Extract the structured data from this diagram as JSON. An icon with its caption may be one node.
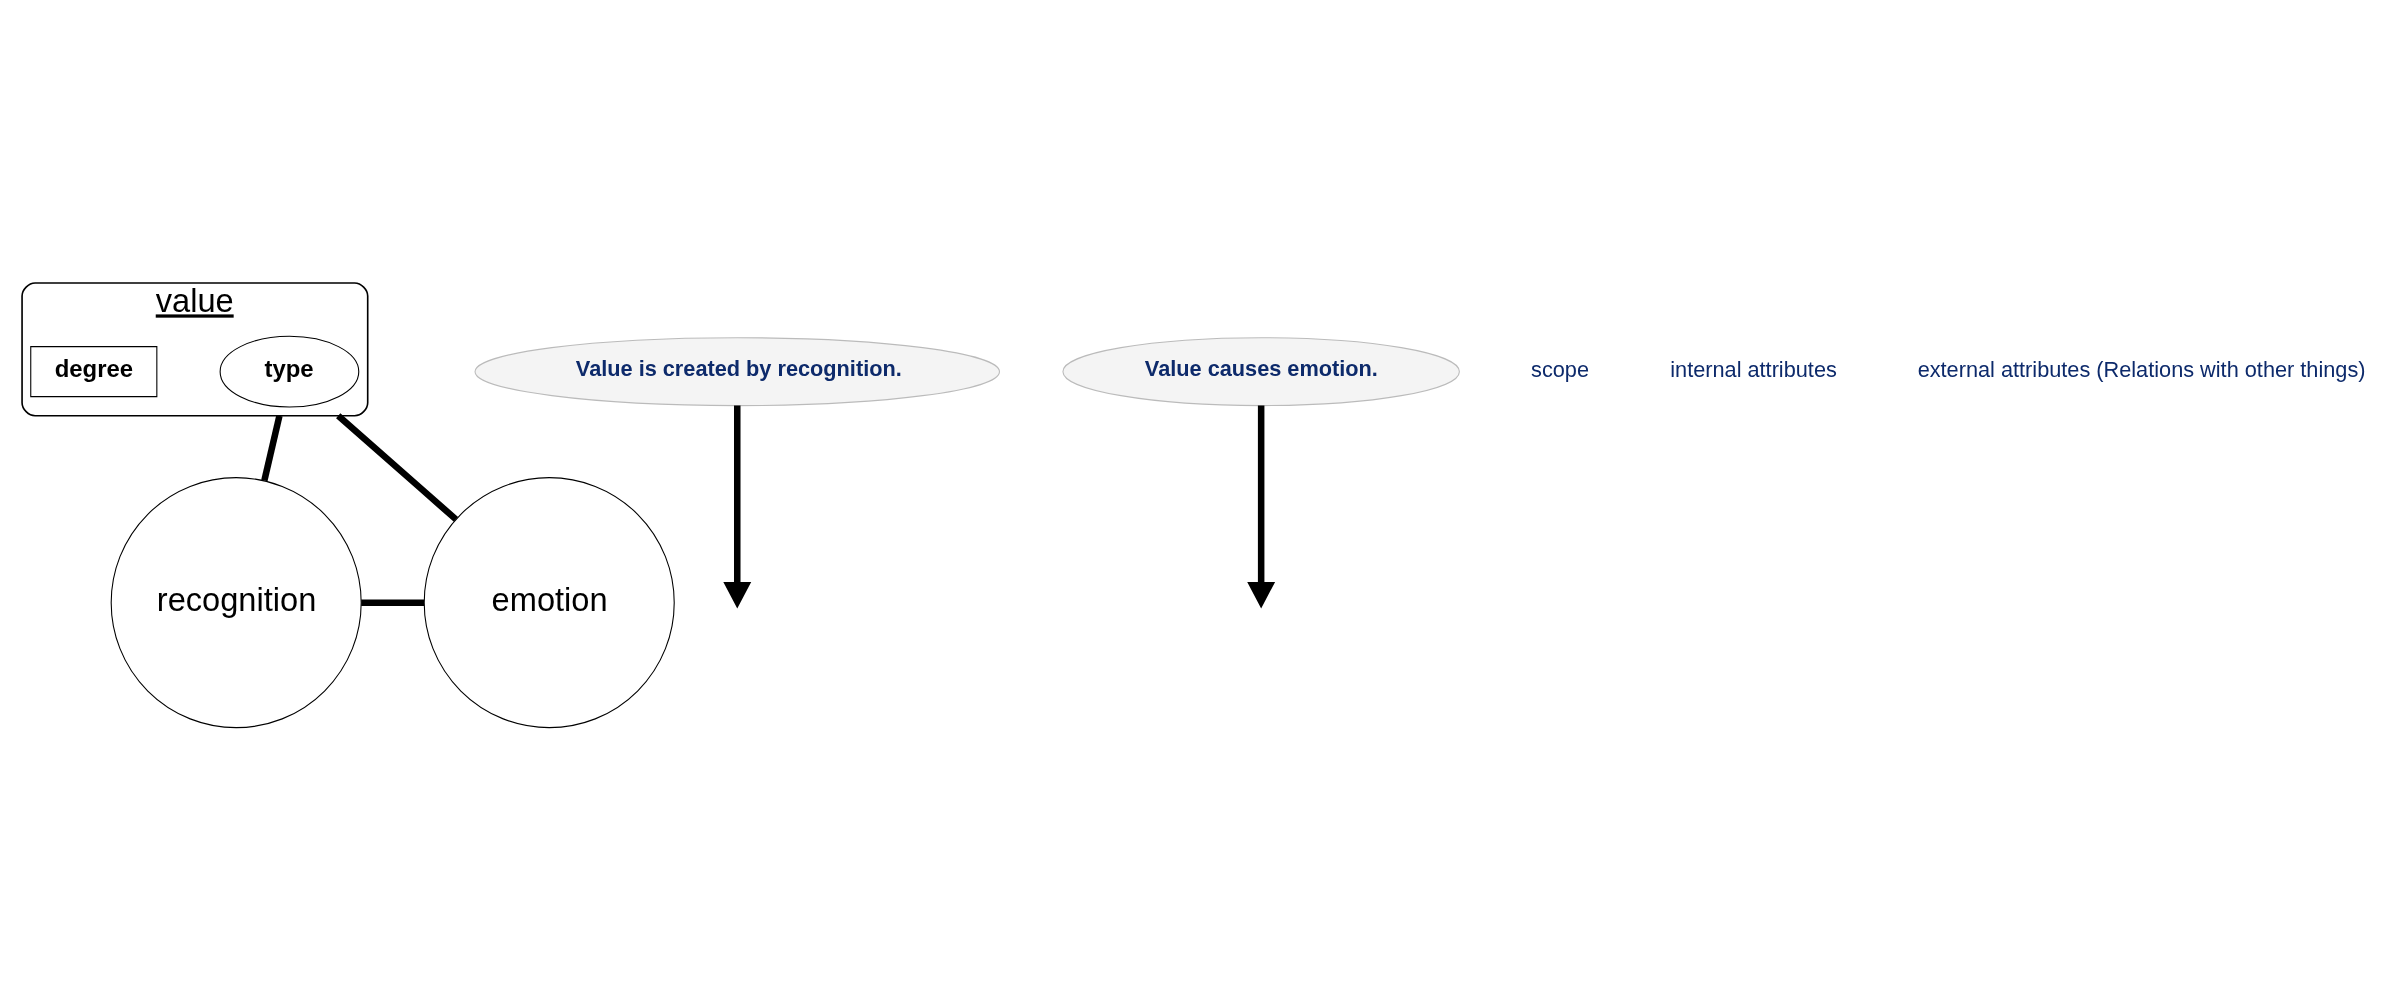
{
  "diagram": {
    "nodes": [
      {
        "text": [
          "value"
        ]
      },
      {
        "text": [
          "type"
        ],
        "in": 0
      },
      {
        "text": [
          "degree"
        ],
        "in": 0
      },
      {
        "text": [
          "recognition"
        ]
      },
      {
        "text": [
          "emotion"
        ]
      },
      {
        "text": [
          "Value is created by recognition."
        ]
      },
      {
        "text": [
          "Value causes emotion."
        ]
      }
    ],
    "edges": [
      {
        "from": 0,
        "to": 3,
        "arrow": "none"
      },
      {
        "from": 0,
        "to": 4,
        "arrow": "none"
      },
      {
        "from": 3,
        "to": 4,
        "arrow": "none"
      },
      {
        "from": 5,
        "to": null,
        "arrow": "to"
      },
      {
        "from": 6,
        "to": null,
        "arrow": "to"
      }
    ],
    "labels": [
      "scope",
      "internal attributes",
      "external attributes (Relations with other things)"
    ]
  }
}
